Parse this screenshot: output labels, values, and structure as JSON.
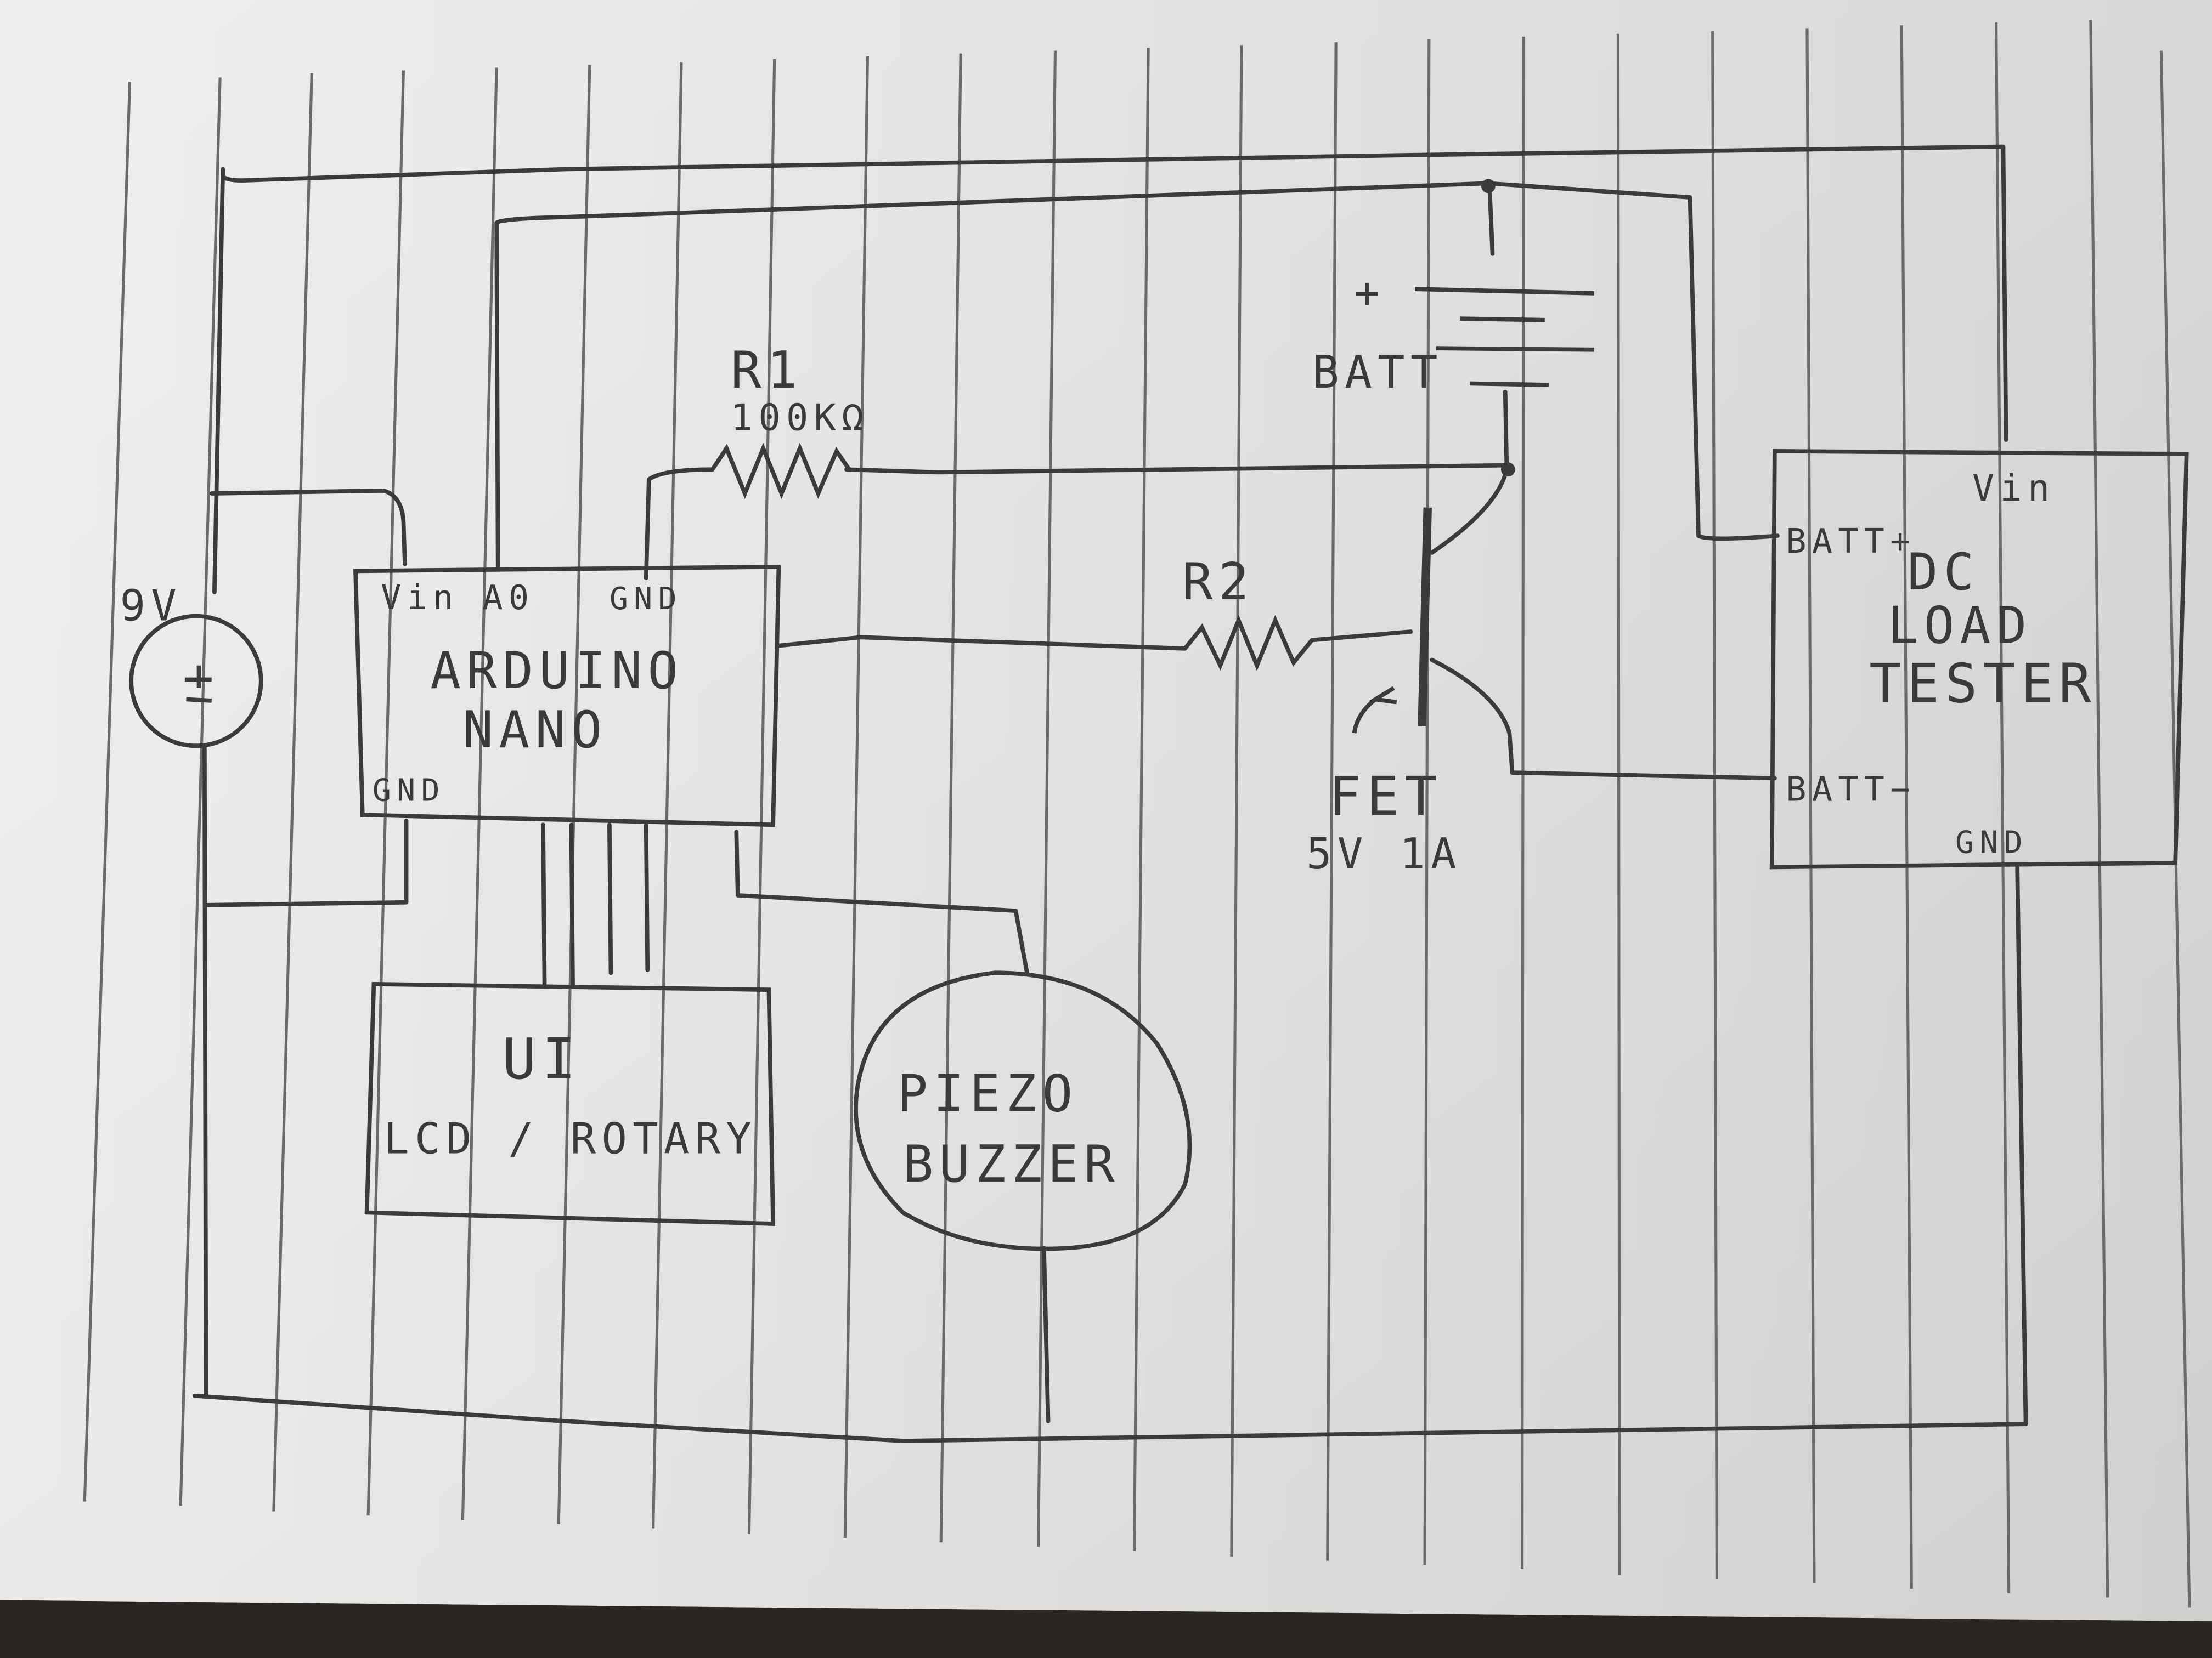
{
  "colors": {
    "paper": "#eeeceb",
    "rule_line": "#5a5a5a",
    "ink": "#3b3b3b",
    "background": "#2a2622"
  },
  "components": {
    "battery_9v": {
      "label": "9V",
      "plus": "+"
    },
    "arduino": {
      "line1": "ARDUINO",
      "line2": "NANO",
      "pin_vin": "Vin",
      "pin_a0": "A0",
      "pin_gnd_top": "GND",
      "pin_gnd_bottom": "GND"
    },
    "r1": {
      "name": "R1",
      "value": "100KΩ"
    },
    "r2": {
      "name": "R2"
    },
    "batt": {
      "label": "BATT",
      "plus": "+"
    },
    "fet": {
      "name": "FET",
      "rating": "5V 1A"
    },
    "load_tester": {
      "line1": "DC",
      "line2": "LOAD",
      "line3": "TESTER",
      "pin_batt_plus": "BATT+",
      "pin_batt_minus": "BATT−",
      "pin_vin": "Vin",
      "pin_gnd": "GND"
    },
    "ui": {
      "title": "UI",
      "subtitle": "LCD / ROTARY"
    },
    "piezo": {
      "line1": "PIEZO",
      "line2": "BUZZER"
    }
  }
}
